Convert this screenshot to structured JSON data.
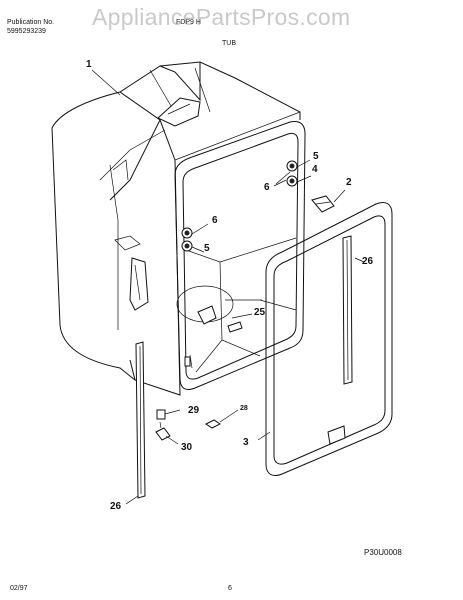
{
  "header": {
    "publication_label": "Publication No.",
    "publication_number": "5995293239",
    "model": "FDP9 H",
    "watermark": "AppliancePartsPros.com",
    "section_title": "TUB"
  },
  "callouts": {
    "c1": "1",
    "c2": "2",
    "c3": "3",
    "c4": "4",
    "c5a": "5",
    "c5b": "5",
    "c6a": "6",
    "c6b": "6",
    "c25": "25",
    "c26a": "26",
    "c26b": "26",
    "c28": "28",
    "c29": "29",
    "c30": "30"
  },
  "diagram_ref": "P30U0008",
  "footer": {
    "date": "02/97",
    "page": "6"
  }
}
